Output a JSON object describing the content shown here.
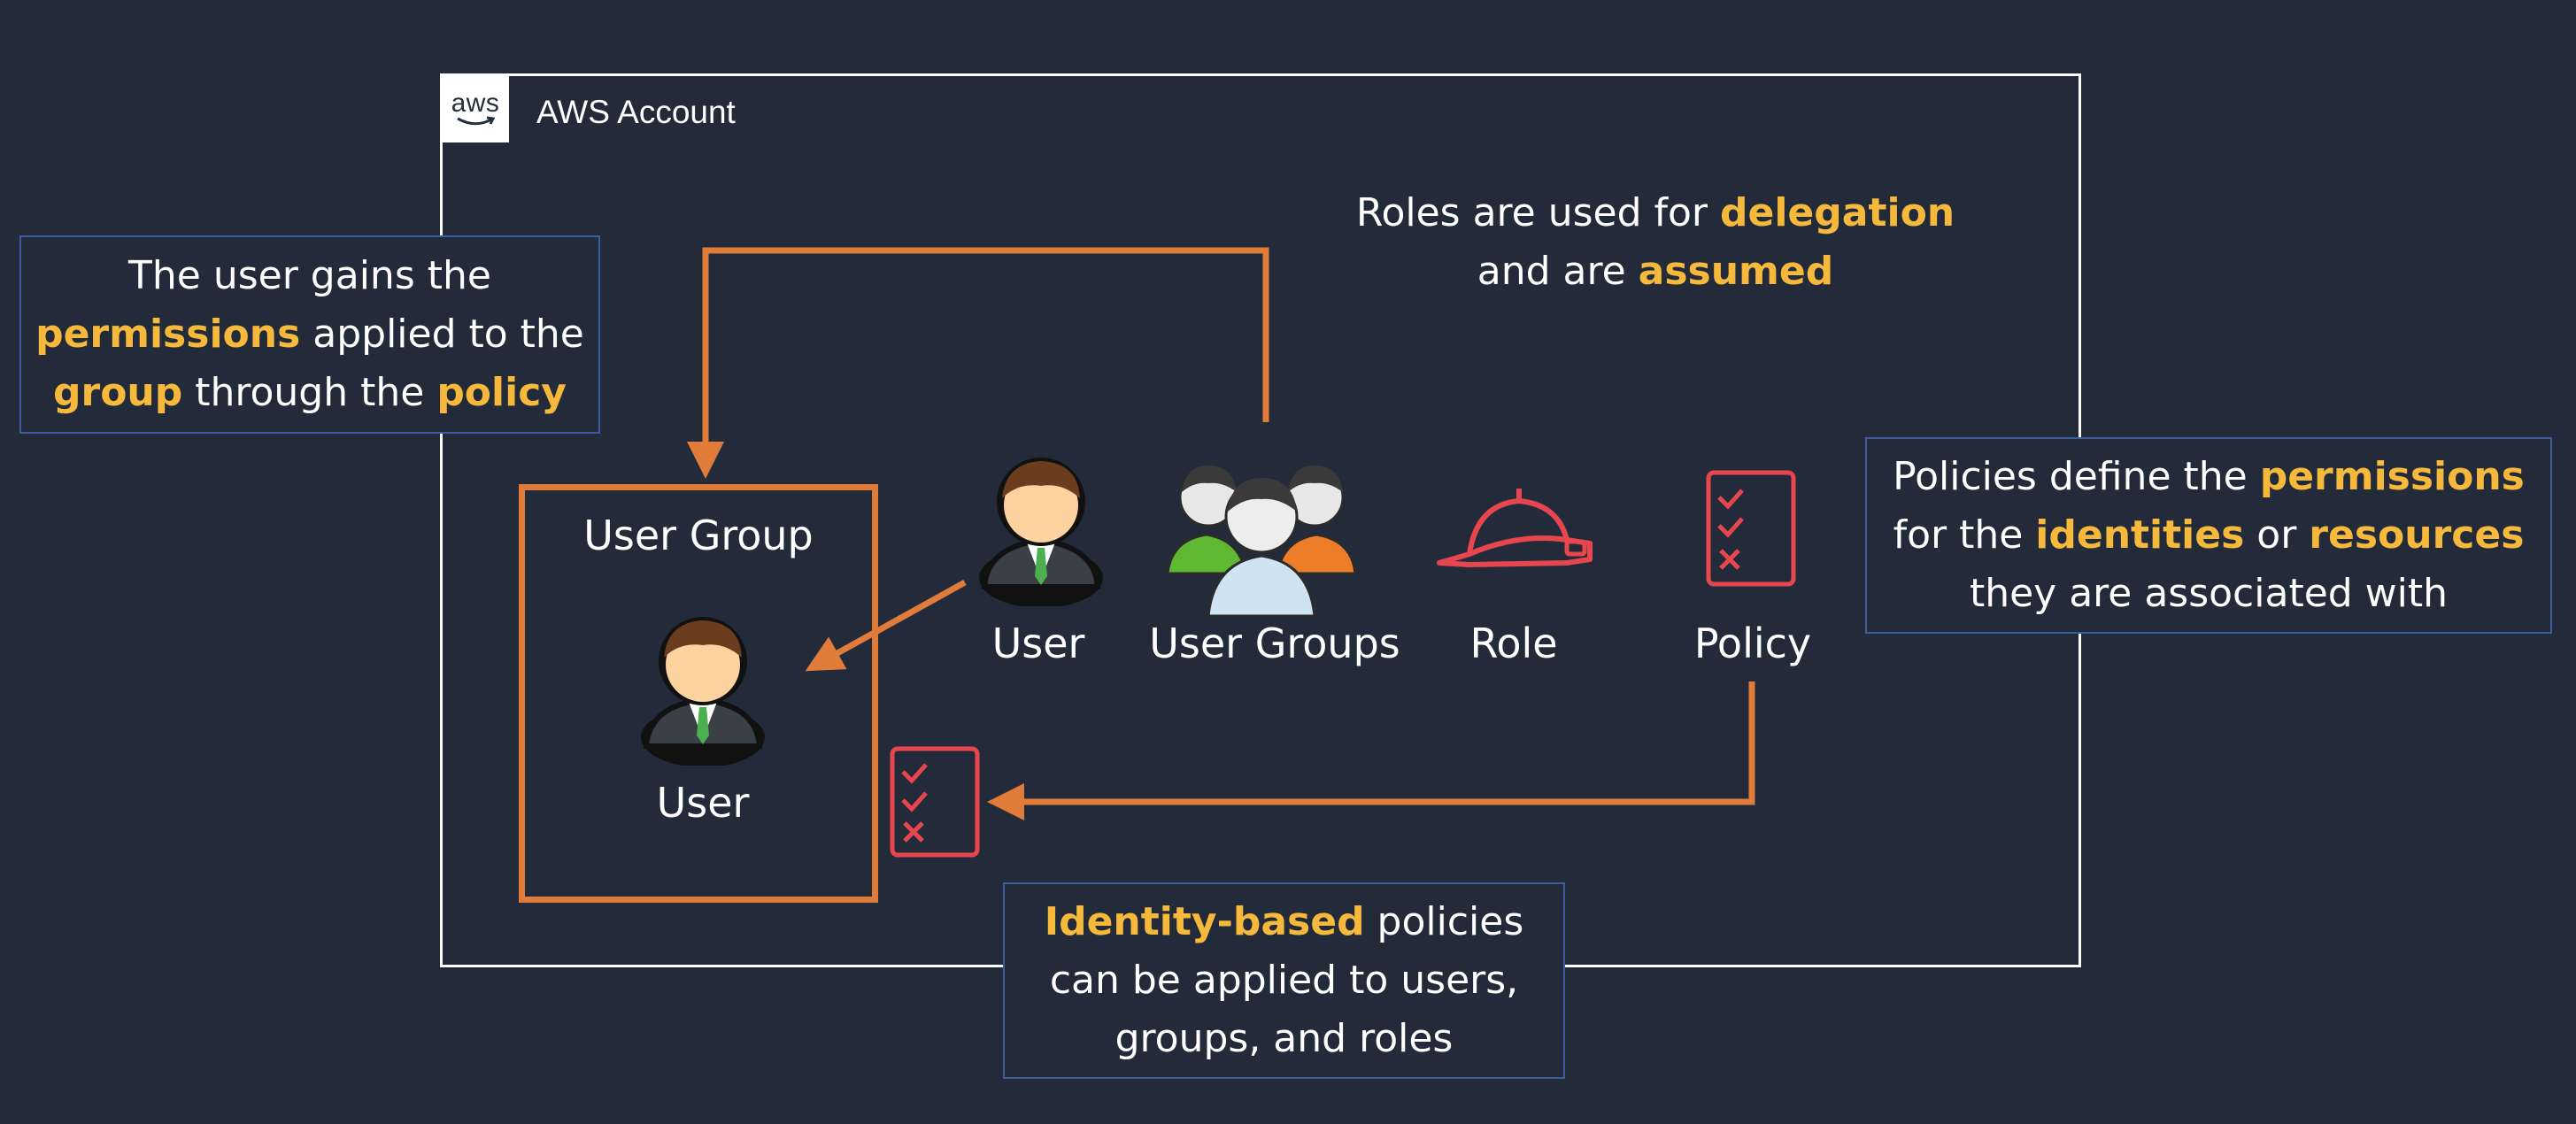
{
  "account": {
    "logo_text": "aws",
    "title": "AWS Account"
  },
  "callouts": {
    "left": {
      "l1": "The user gains the",
      "l2_hl": "permissions",
      "l2_rest": " applied to the",
      "l3_hl1": "group",
      "l3_mid": " through the ",
      "l3_hl2": "policy"
    },
    "roles": {
      "l1_pre": "Roles are used for ",
      "l1_hl": "delegation",
      "l2_pre": "and are ",
      "l2_hl": "assumed"
    },
    "right": {
      "l1_pre": "Policies define the ",
      "l1_hl": "permissions",
      "l2_pre": "for the ",
      "l2_hl1": "identities",
      "l2_mid": " or ",
      "l2_hl2": "resources",
      "l3": "they are associated with"
    },
    "bottom": {
      "l1_hl": "Identity-based",
      "l1_rest": " policies",
      "l2": "can be applied to users,",
      "l3": "groups, and roles"
    }
  },
  "group": {
    "title": "User Group",
    "member_label": "User"
  },
  "icons": {
    "user_label": "User",
    "user_groups_label": "User Groups",
    "role_label": "Role",
    "policy_label": "Policy"
  },
  "colors": {
    "background": "#232b3a",
    "accent_orange": "#e07b39",
    "highlight_yellow": "#f6b93b",
    "icon_red": "#e8464f",
    "callout_border": "#3d5d9e"
  }
}
